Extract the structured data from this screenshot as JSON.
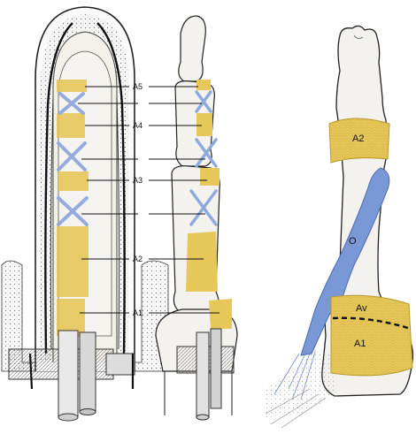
{
  "figure": {
    "left_labels": {
      "a5": "A5",
      "a4": "A4",
      "a3": "A3",
      "a2": "A2",
      "a1": "A1"
    },
    "right_labels": {
      "a2": "A2",
      "o": "O",
      "av": "Av",
      "a1": "A1"
    },
    "colors": {
      "pulley": "#e6c75a",
      "pulley_dark": "#c9a332",
      "cruciate": "#8fa9dc",
      "oblique": "#6e8fd4",
      "bone": "#f4f2ee",
      "outline": "#222222"
    },
    "icons": {
      "left_panel": "finger-cross-section-illustration",
      "middle_panel": "finger-bone-side-illustration",
      "right_panel": "thumb-pulley-illustration"
    }
  }
}
